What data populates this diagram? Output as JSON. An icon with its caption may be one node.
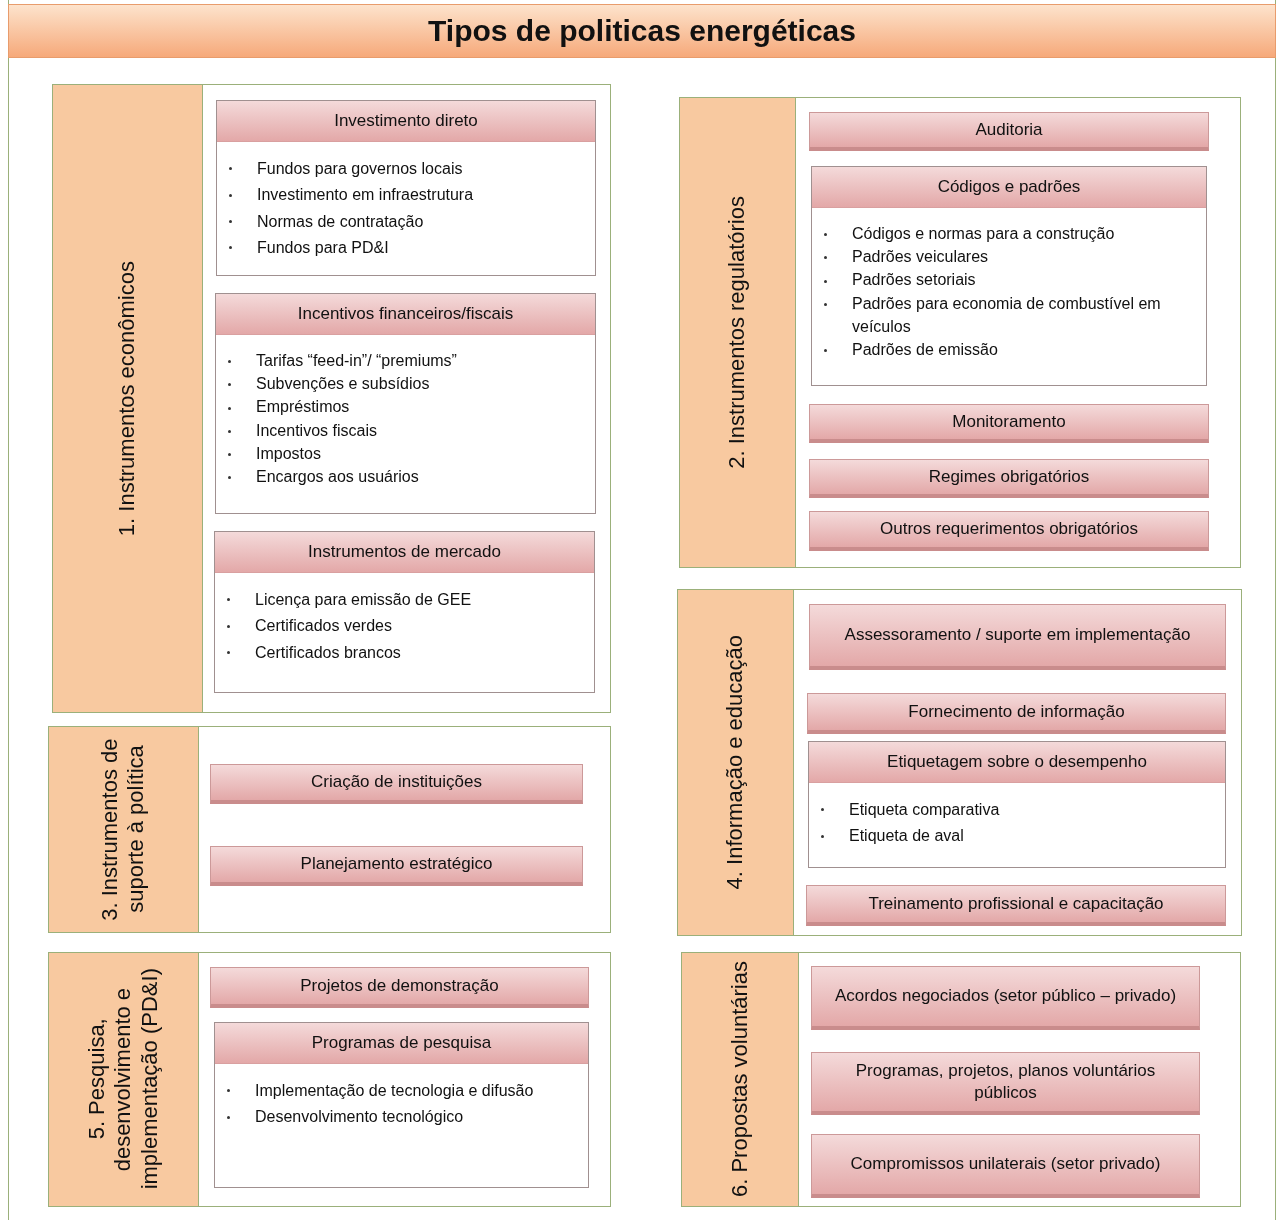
{
  "diagram": {
    "title": "Tipos de politicas energéticas",
    "nodes": [
      {
        "text": [
          "1. Instrumentos econômicos"
        ]
      },
      {
        "text": [
          "Investimento direto",
          "Fundos para governos locais",
          "Investimento em infraestrutura",
          "Normas de contratação",
          "Fundos para PD&I"
        ],
        "in": 0
      },
      {
        "text": [
          "Incentivos financeiros/fiscais",
          "Tarifas “feed-in”/ “premiums”",
          "Subvenções e subsídios",
          "Empréstimos",
          "Incentivos fiscais",
          "Impostos",
          "Encargos aos usuários"
        ],
        "in": 0
      },
      {
        "text": [
          "Instrumentos de mercado",
          "Licença para emissão de GEE",
          "Certificados verdes",
          "Certificados brancos"
        ],
        "in": 0
      },
      {
        "text": [
          "2. Instrumentos regulatórios"
        ]
      },
      {
        "text": [
          "Auditoria"
        ],
        "in": 4
      },
      {
        "text": [
          "Códigos e padrões",
          "Códigos e normas para a construção",
          "Padrões veiculares",
          "Padrões setoriais",
          "Padrões para economia de combustível em veículos",
          "Padrões de emissão"
        ],
        "in": 4
      },
      {
        "text": [
          "Monitoramento"
        ],
        "in": 4
      },
      {
        "text": [
          "Regimes obrigatórios"
        ],
        "in": 4
      },
      {
        "text": [
          "Outros requerimentos obrigatórios"
        ],
        "in": 4
      },
      {
        "text": [
          "3. Instrumentos de suporte à política"
        ]
      },
      {
        "text": [
          "Criação de instituições"
        ],
        "in": 10
      },
      {
        "text": [
          "Planejamento estratégico"
        ],
        "in": 10
      },
      {
        "text": [
          "4. Informação e educação"
        ]
      },
      {
        "text": [
          "Assessoramento / suporte em implementação"
        ],
        "in": 13
      },
      {
        "text": [
          "Fornecimento de informação"
        ],
        "in": 13
      },
      {
        "text": [
          "Etiquetagem sobre o desempenho",
          "Etiqueta comparativa",
          "Etiqueta de aval"
        ],
        "in": 13
      },
      {
        "text": [
          "Treinamento profissional e capacitação"
        ],
        "in": 13
      },
      {
        "text": [
          "5. Pesquisa, desenvolvimento e implementação (PD&I)"
        ]
      },
      {
        "text": [
          "Projetos de demonstração"
        ],
        "in": 18
      },
      {
        "text": [
          "Programas de pesquisa",
          "Implementação de tecnologia e difusão",
          "Desenvolvimento tecnológico"
        ],
        "in": 18
      },
      {
        "text": [
          "6. Propostas voluntárias"
        ]
      },
      {
        "text": [
          "Acordos negociados (setor público – privado)"
        ],
        "in": 21
      },
      {
        "text": [
          "Programas, projetos, planos voluntários públicos"
        ],
        "in": 21
      },
      {
        "text": [
          "Compromissos unilaterais (setor privado)"
        ],
        "in": 21
      }
    ]
  }
}
